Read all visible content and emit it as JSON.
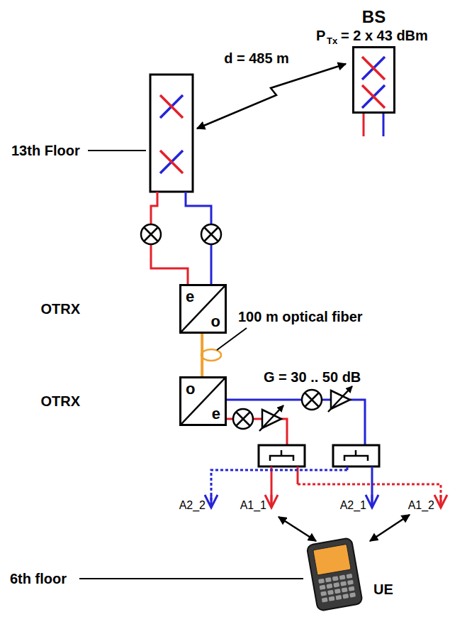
{
  "diagram": {
    "nodes": [
      {
        "text": [
          "BS"
        ]
      },
      {
        "text": [
          "OTRX",
          "e",
          "o"
        ]
      },
      {
        "text": [
          "OTRX",
          "o",
          "e"
        ]
      }
    ],
    "edges": [
      {
        "from": 1,
        "to": 2,
        "arrow": "none"
      }
    ],
    "labels": [
      "P",
      "Tx",
      "= 2 x 43 dBm",
      "d = 485 m",
      "13th Floor",
      "100 m optical fiber",
      "G = 30 .. 50 dB",
      "A2_2",
      "A1_1",
      "A2_1",
      "A1_2",
      "6th floor",
      "UE"
    ]
  }
}
